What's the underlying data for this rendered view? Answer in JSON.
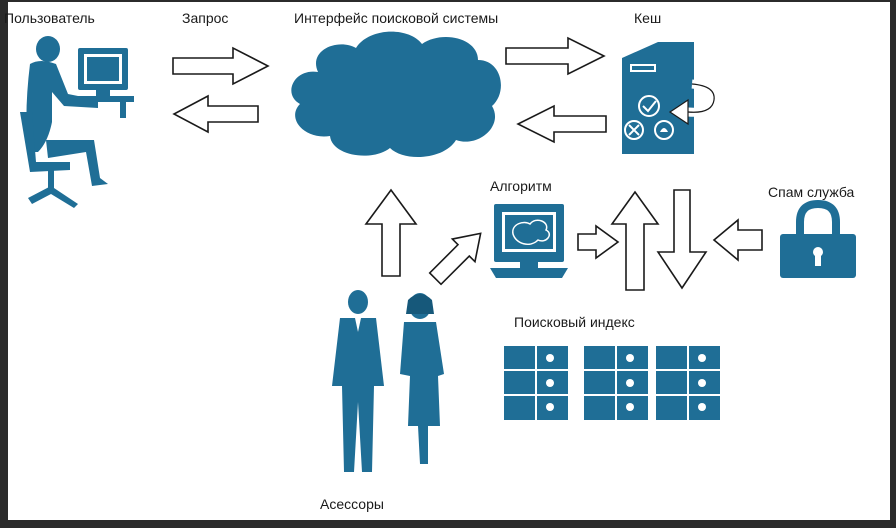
{
  "labels": {
    "user": "Пользователь",
    "request": "Запрос",
    "search_interface": "Интерфейс поисковой системы",
    "cache": "Кеш",
    "algorithm": "Алгоритм",
    "spam_service": "Спам служба",
    "search_index": "Поисковый индекс",
    "assessors": "Асессоры"
  },
  "colors": {
    "primary": "#1f6e96",
    "dark": "#16587a",
    "background": "#ffffff",
    "frame": "#2b2b2b"
  },
  "icons": [
    "user-at-computer-icon",
    "cloud-icon",
    "cache-server-icon",
    "algorithm-computer-icon",
    "lock-icon",
    "index-grid-icon",
    "assessors-icon"
  ]
}
